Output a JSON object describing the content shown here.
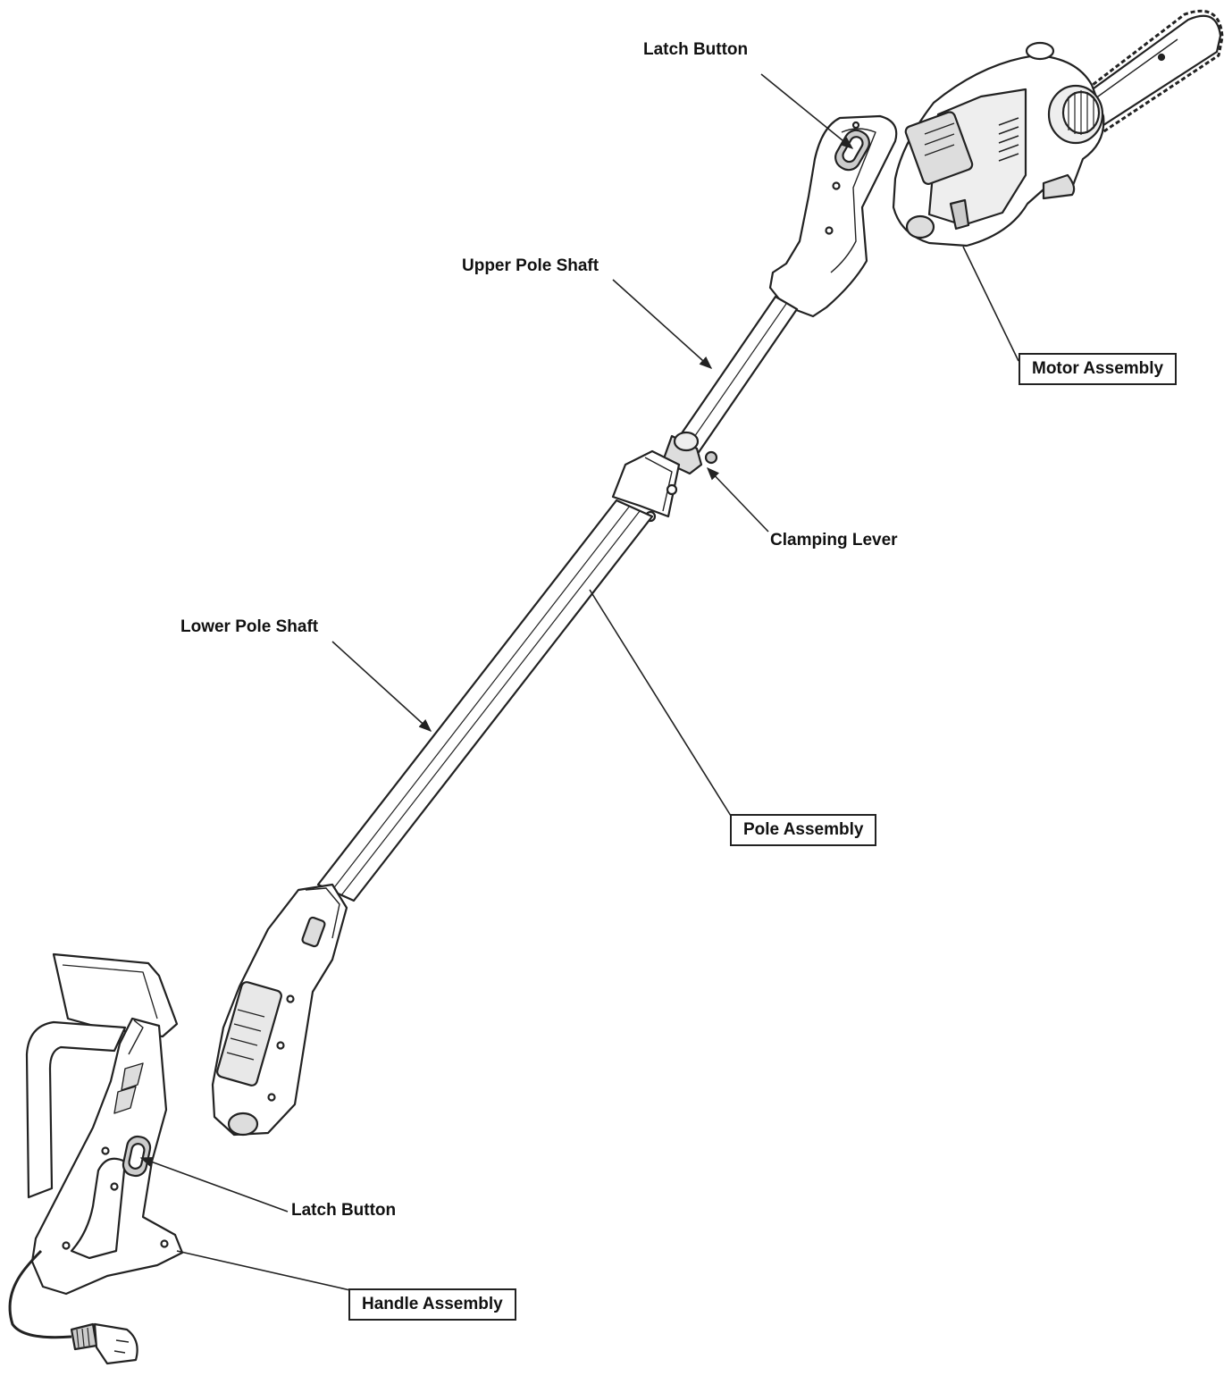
{
  "callouts": {
    "latch_button_top": "Latch Button",
    "upper_pole_shaft": "Upper Pole Shaft",
    "motor_assembly": "Motor Assembly",
    "clamping_lever": "Clamping Lever",
    "lower_pole_shaft": "Lower Pole Shaft",
    "pole_assembly": "Pole Assembly",
    "latch_button_bottom": "Latch Button",
    "handle_assembly": "Handle Assembly"
  },
  "colors": {
    "line": "#222222",
    "fill": "#ffffff",
    "shade": "#e6e6e6",
    "dark": "#555555"
  },
  "icons": {
    "motor": "pole-saw-motor-head-illustration",
    "pole": "telescopic-pole-illustration",
    "handle": "handle-with-power-cord-illustration"
  }
}
